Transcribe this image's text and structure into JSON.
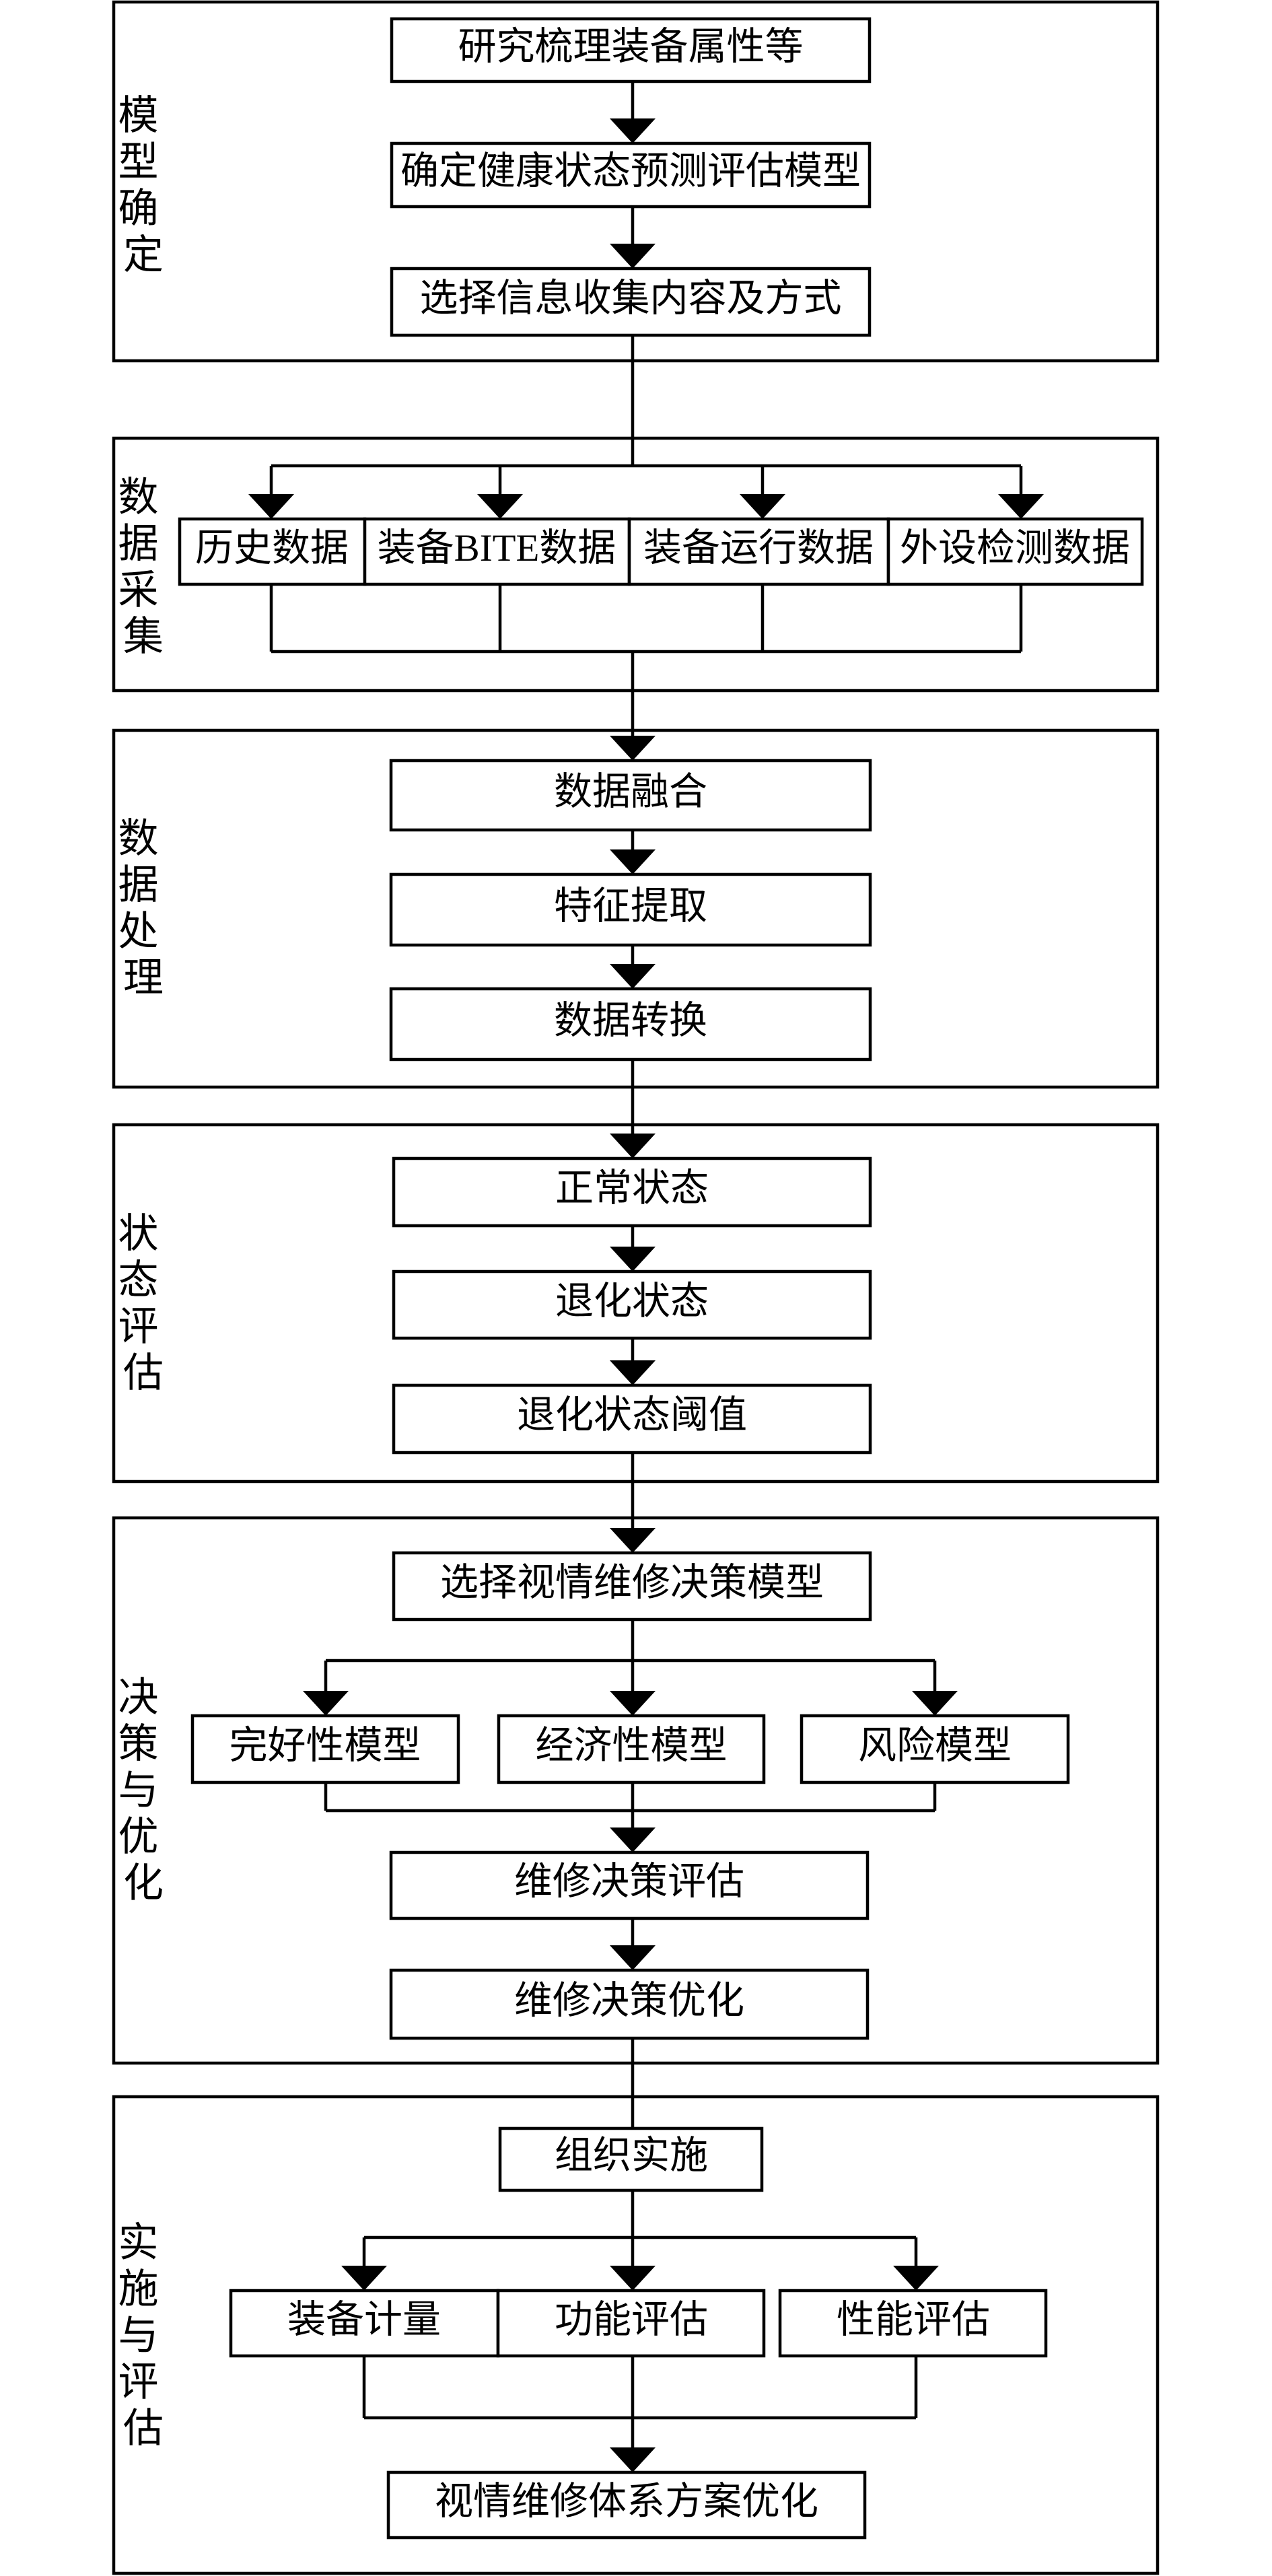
{
  "sections": [
    {
      "label": [
        "模",
        "型",
        "确",
        "定"
      ],
      "nodes": [
        "研究梳理装备属性等",
        "确定健康状态预测评估模型",
        "选择信息收集内容及方式"
      ]
    },
    {
      "label": [
        "数",
        "据",
        "采",
        "集"
      ],
      "nodes": [
        "历史数据",
        "装备BITE数据",
        "装备运行数据",
        "外设检测数据"
      ]
    },
    {
      "label": [
        "数",
        "据",
        "处",
        "理"
      ],
      "nodes": [
        "数据融合",
        "特征提取",
        "数据转换"
      ]
    },
    {
      "label": [
        "状",
        "态",
        "评",
        "估"
      ],
      "nodes": [
        "正常状态",
        "退化状态",
        "退化状态阈值"
      ]
    },
    {
      "label": [
        "决",
        "策",
        "与",
        "优",
        "化"
      ],
      "nodes": [
        "选择视情维修决策模型",
        "完好性模型",
        "经济性模型",
        "风险模型",
        "维修决策评估",
        "维修决策优化"
      ]
    },
    {
      "label": [
        "实",
        "施",
        "与",
        "评",
        "估"
      ],
      "nodes": [
        "组织实施",
        "装备计量",
        "功能评估",
        "性能评估",
        "视情维修体系方案优化"
      ]
    }
  ]
}
